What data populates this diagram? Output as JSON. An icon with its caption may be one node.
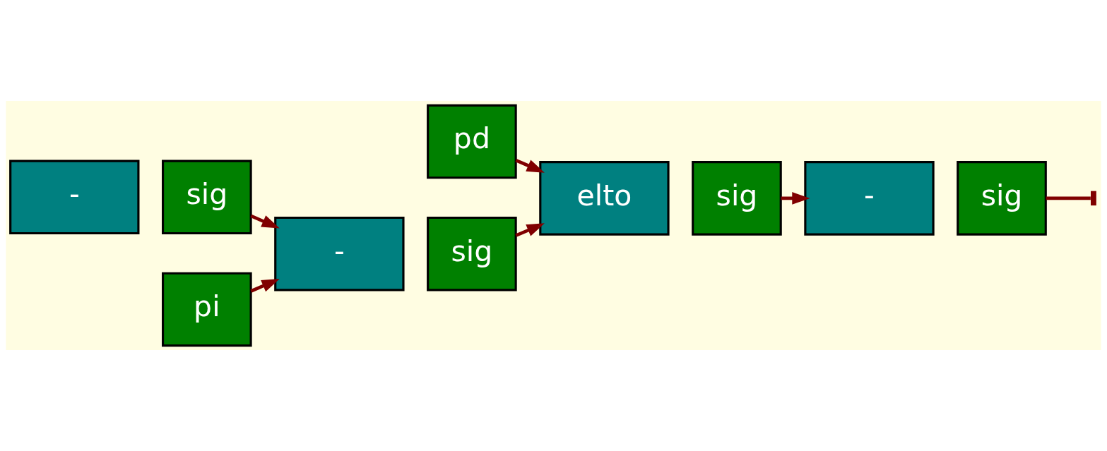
{
  "diagram": {
    "nodes": [
      {
        "text": [
          "pd"
        ]
      },
      {
        "text": [
          "-"
        ]
      },
      {
        "text": [
          "sig"
        ]
      },
      {
        "text": [
          "elto"
        ]
      },
      {
        "text": [
          "sig"
        ]
      },
      {
        "text": [
          "-"
        ]
      },
      {
        "text": [
          "sig"
        ]
      },
      {
        "text": [
          "-"
        ]
      },
      {
        "text": [
          "sig"
        ]
      },
      {
        "text": [
          "pi"
        ]
      }
    ],
    "edges": [
      {
        "from": 0,
        "to": 3,
        "arrow": "to"
      },
      {
        "from": 2,
        "to": 5,
        "arrow": "to"
      },
      {
        "from": 6,
        "to": 3,
        "arrow": "to"
      },
      {
        "from": 4,
        "to": 7,
        "arrow": "to"
      },
      {
        "from": 9,
        "to": 5,
        "arrow": "to"
      },
      {
        "from": 8,
        "to": null,
        "arrow": "other"
      }
    ]
  }
}
